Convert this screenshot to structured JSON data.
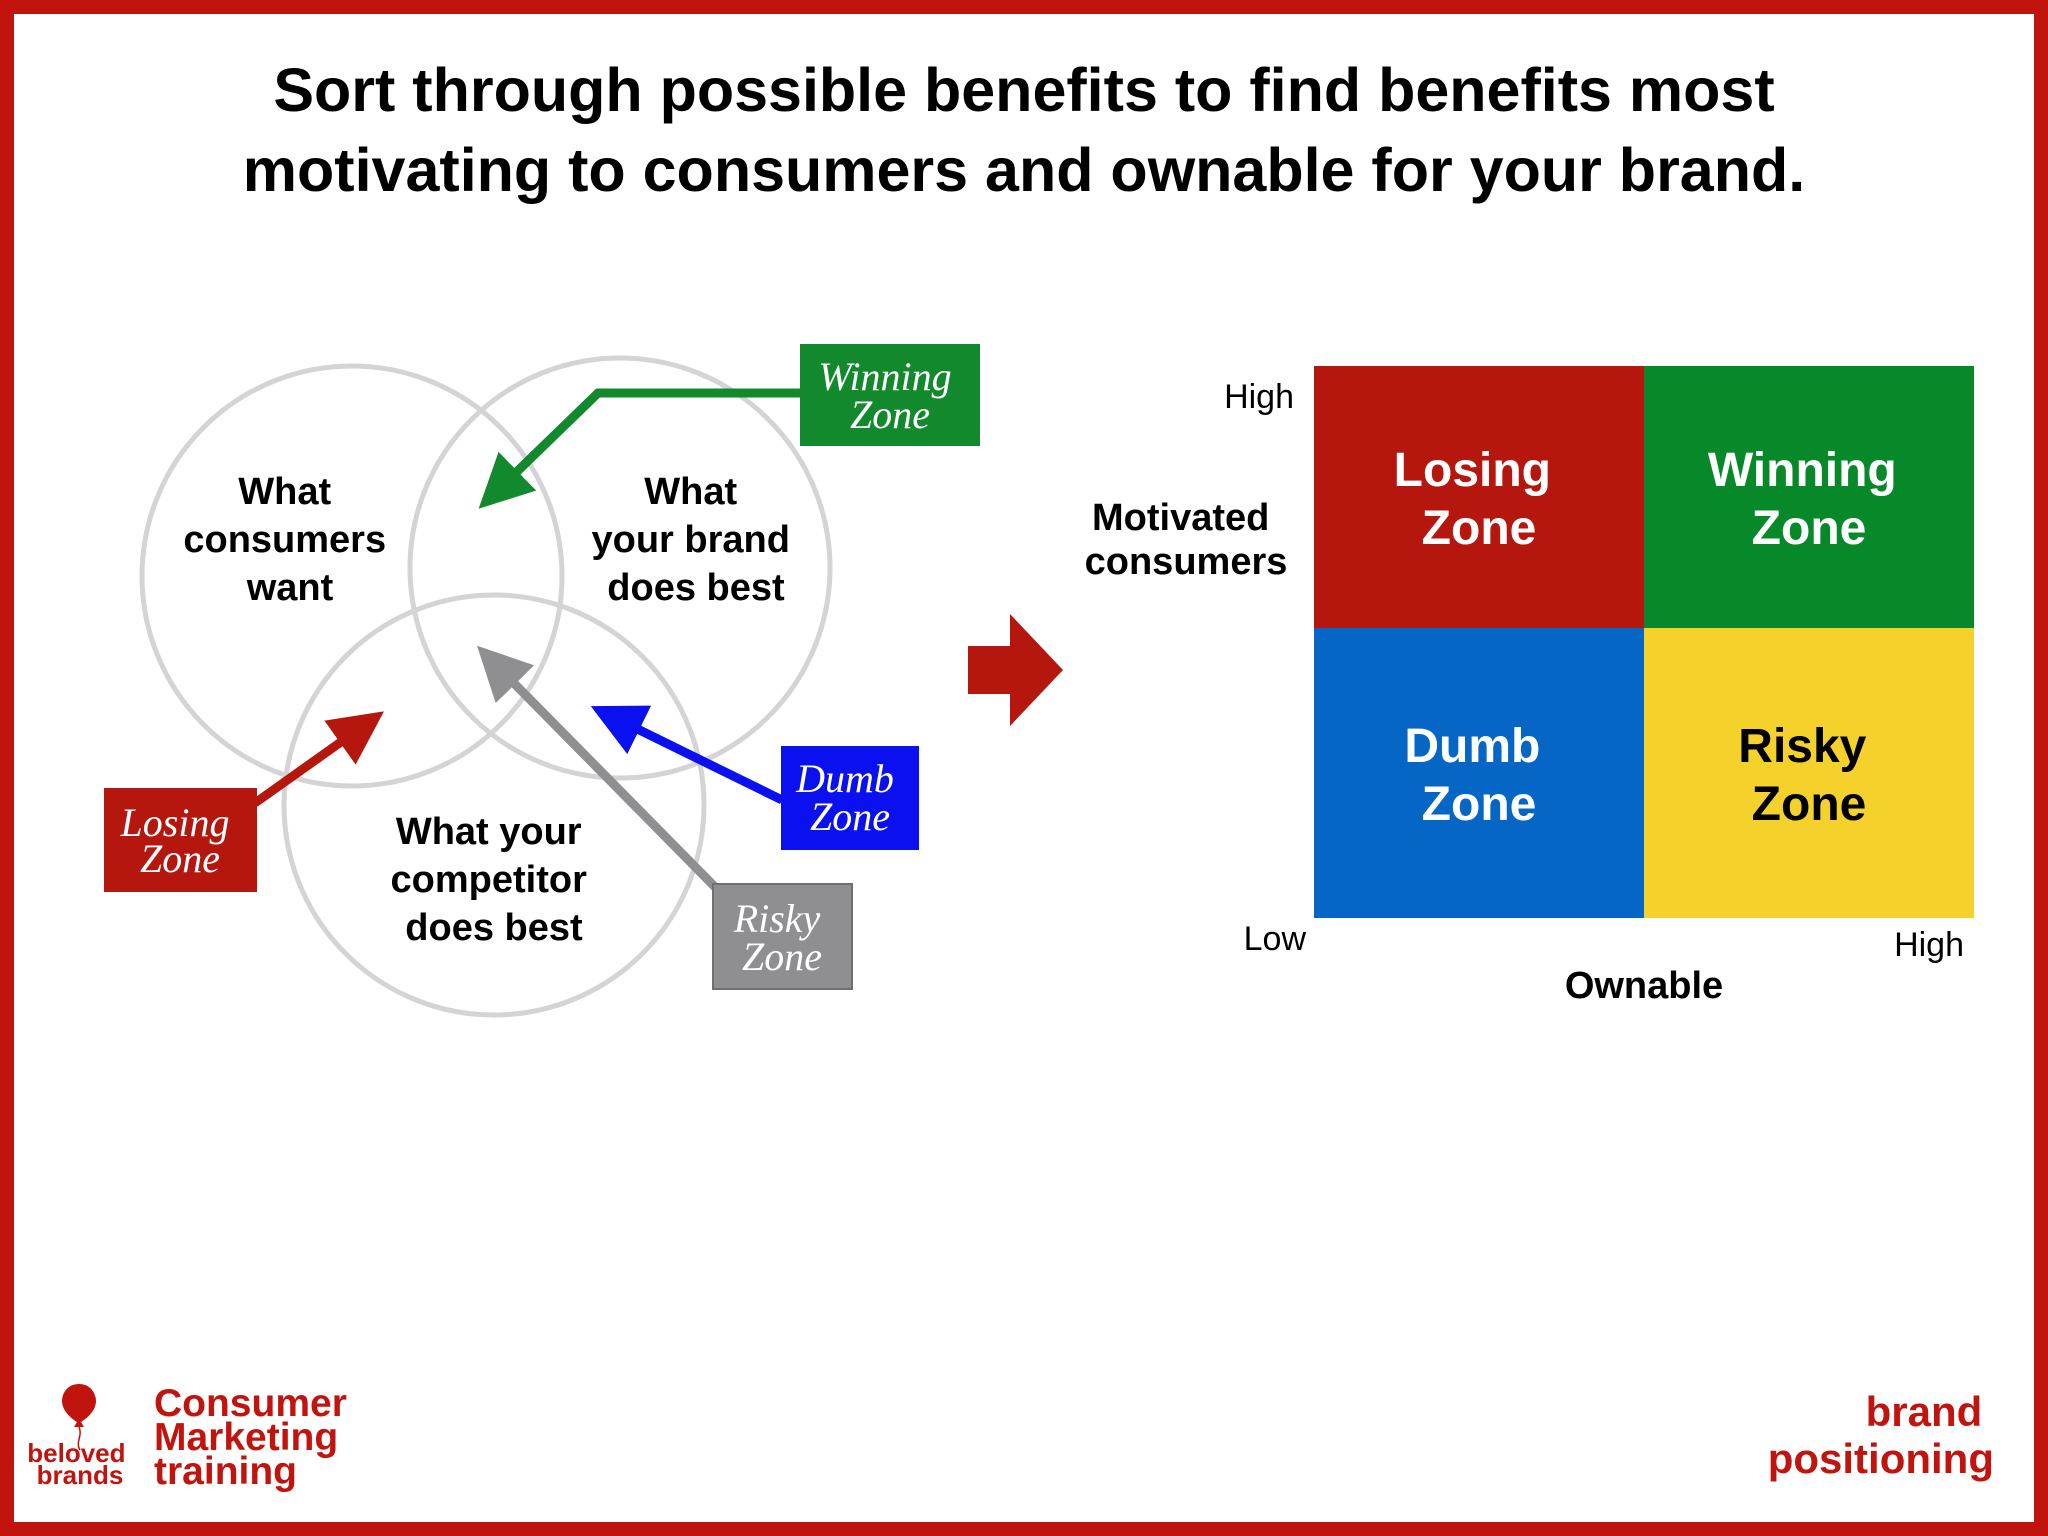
{
  "title": {
    "line1": "Sort through possible benefits to find benefits most",
    "line2": "motivating to consumers and ownable for your brand."
  },
  "venn": {
    "circles": [
      {
        "lines": [
          "What",
          "consumers",
          "want"
        ]
      },
      {
        "lines": [
          "What",
          "your brand",
          "does best"
        ]
      },
      {
        "lines": [
          "What your",
          "competitor",
          "does best"
        ]
      }
    ],
    "tags": {
      "winning": {
        "lines": [
          "Winning",
          "Zone"
        ],
        "color": "#12892c"
      },
      "losing": {
        "lines": [
          "Losing",
          "Zone"
        ],
        "color": "#b5170e"
      },
      "dumb": {
        "lines": [
          "Dumb",
          "Zone"
        ],
        "color": "#0a10f0"
      },
      "risky": {
        "lines": [
          "Risky",
          "Zone"
        ],
        "color": "#8f8f92"
      }
    }
  },
  "matrix": {
    "quadrants": {
      "losing": {
        "lines": [
          "Losing",
          "Zone"
        ],
        "color": "#b5170e",
        "text_color": "#ffffff"
      },
      "winning": {
        "lines": [
          "Winning",
          "Zone"
        ],
        "color": "#07892a",
        "text_color": "#ffffff"
      },
      "dumb": {
        "lines": [
          "Dumb",
          "Zone"
        ],
        "color": "#0566c5",
        "text_color": "#ffffff"
      },
      "risky": {
        "lines": [
          "Risky",
          "Zone"
        ],
        "color": "#f4d22b",
        "text_color": "#000000"
      }
    },
    "y_axis": {
      "high": "High",
      "low": "Low",
      "title_lines": [
        "Motivated",
        "consumers"
      ]
    },
    "x_axis": {
      "high": "High",
      "title": "Ownable"
    }
  },
  "footer": {
    "logo": {
      "line1": "beloved",
      "line2": "brands"
    },
    "course": {
      "line1": "Consumer",
      "line2": "Marketing",
      "line3": "training"
    },
    "topic": {
      "line1": "brand",
      "line2": "positioning"
    }
  },
  "colors": {
    "frame": "#c2140f",
    "arrow": "#b5170e",
    "circle_stroke": "#d4d3d5"
  }
}
